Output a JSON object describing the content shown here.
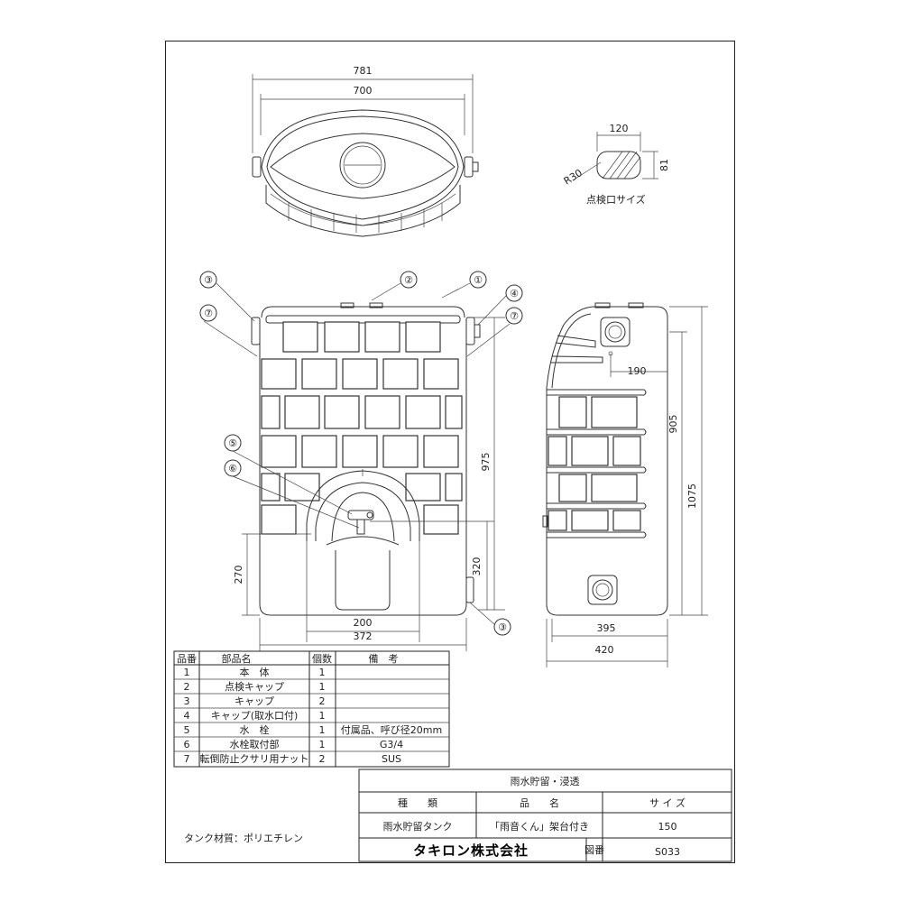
{
  "dimensions": {
    "top_outer": "781",
    "top_inner": "700",
    "hatch_w": "120",
    "hatch_h": "81",
    "hatch_r": "R30",
    "front_h": "975",
    "front_lower": "270",
    "front_spout": "320",
    "front_w200": "200",
    "front_w372": "372",
    "side_190": "190",
    "side_905": "905",
    "side_1075": "1075",
    "side_395": "395",
    "side_420": "420"
  },
  "hatch_caption": "点検口サイズ",
  "callouts": [
    "①",
    "②",
    "③",
    "④",
    "⑤",
    "⑥",
    "⑦"
  ],
  "parts_table": {
    "headers": [
      "品番",
      "部品名",
      "個数",
      "備　考"
    ],
    "rows": [
      {
        "no": "1",
        "name": "本　体",
        "qty": "1",
        "note": ""
      },
      {
        "no": "2",
        "name": "点検キャップ",
        "qty": "1",
        "note": ""
      },
      {
        "no": "3",
        "name": "キャップ",
        "qty": "2",
        "note": ""
      },
      {
        "no": "4",
        "name": "キャップ(取水口付)",
        "qty": "1",
        "note": ""
      },
      {
        "no": "5",
        "name": "水　栓",
        "qty": "1",
        "note": "付属品、呼び径20mm"
      },
      {
        "no": "6",
        "name": "水栓取付部",
        "qty": "1",
        "note": "G3/4"
      },
      {
        "no": "7",
        "name": "転倒防止クサリ用ナット",
        "qty": "2",
        "note": "SUS"
      }
    ]
  },
  "title_block": {
    "heading": "雨水貯留・浸透",
    "col_type": "種　　類",
    "col_product": "品　　名",
    "col_size": "サ イ ズ",
    "type_value": "雨水貯留タンク",
    "product_value": "「雨音くん」架台付き",
    "size_value": "150",
    "company": "タキロン株式会社",
    "drawing_label": "図番",
    "drawing_no": "S033"
  },
  "material_note": "タンク材質：ポリエチレン"
}
